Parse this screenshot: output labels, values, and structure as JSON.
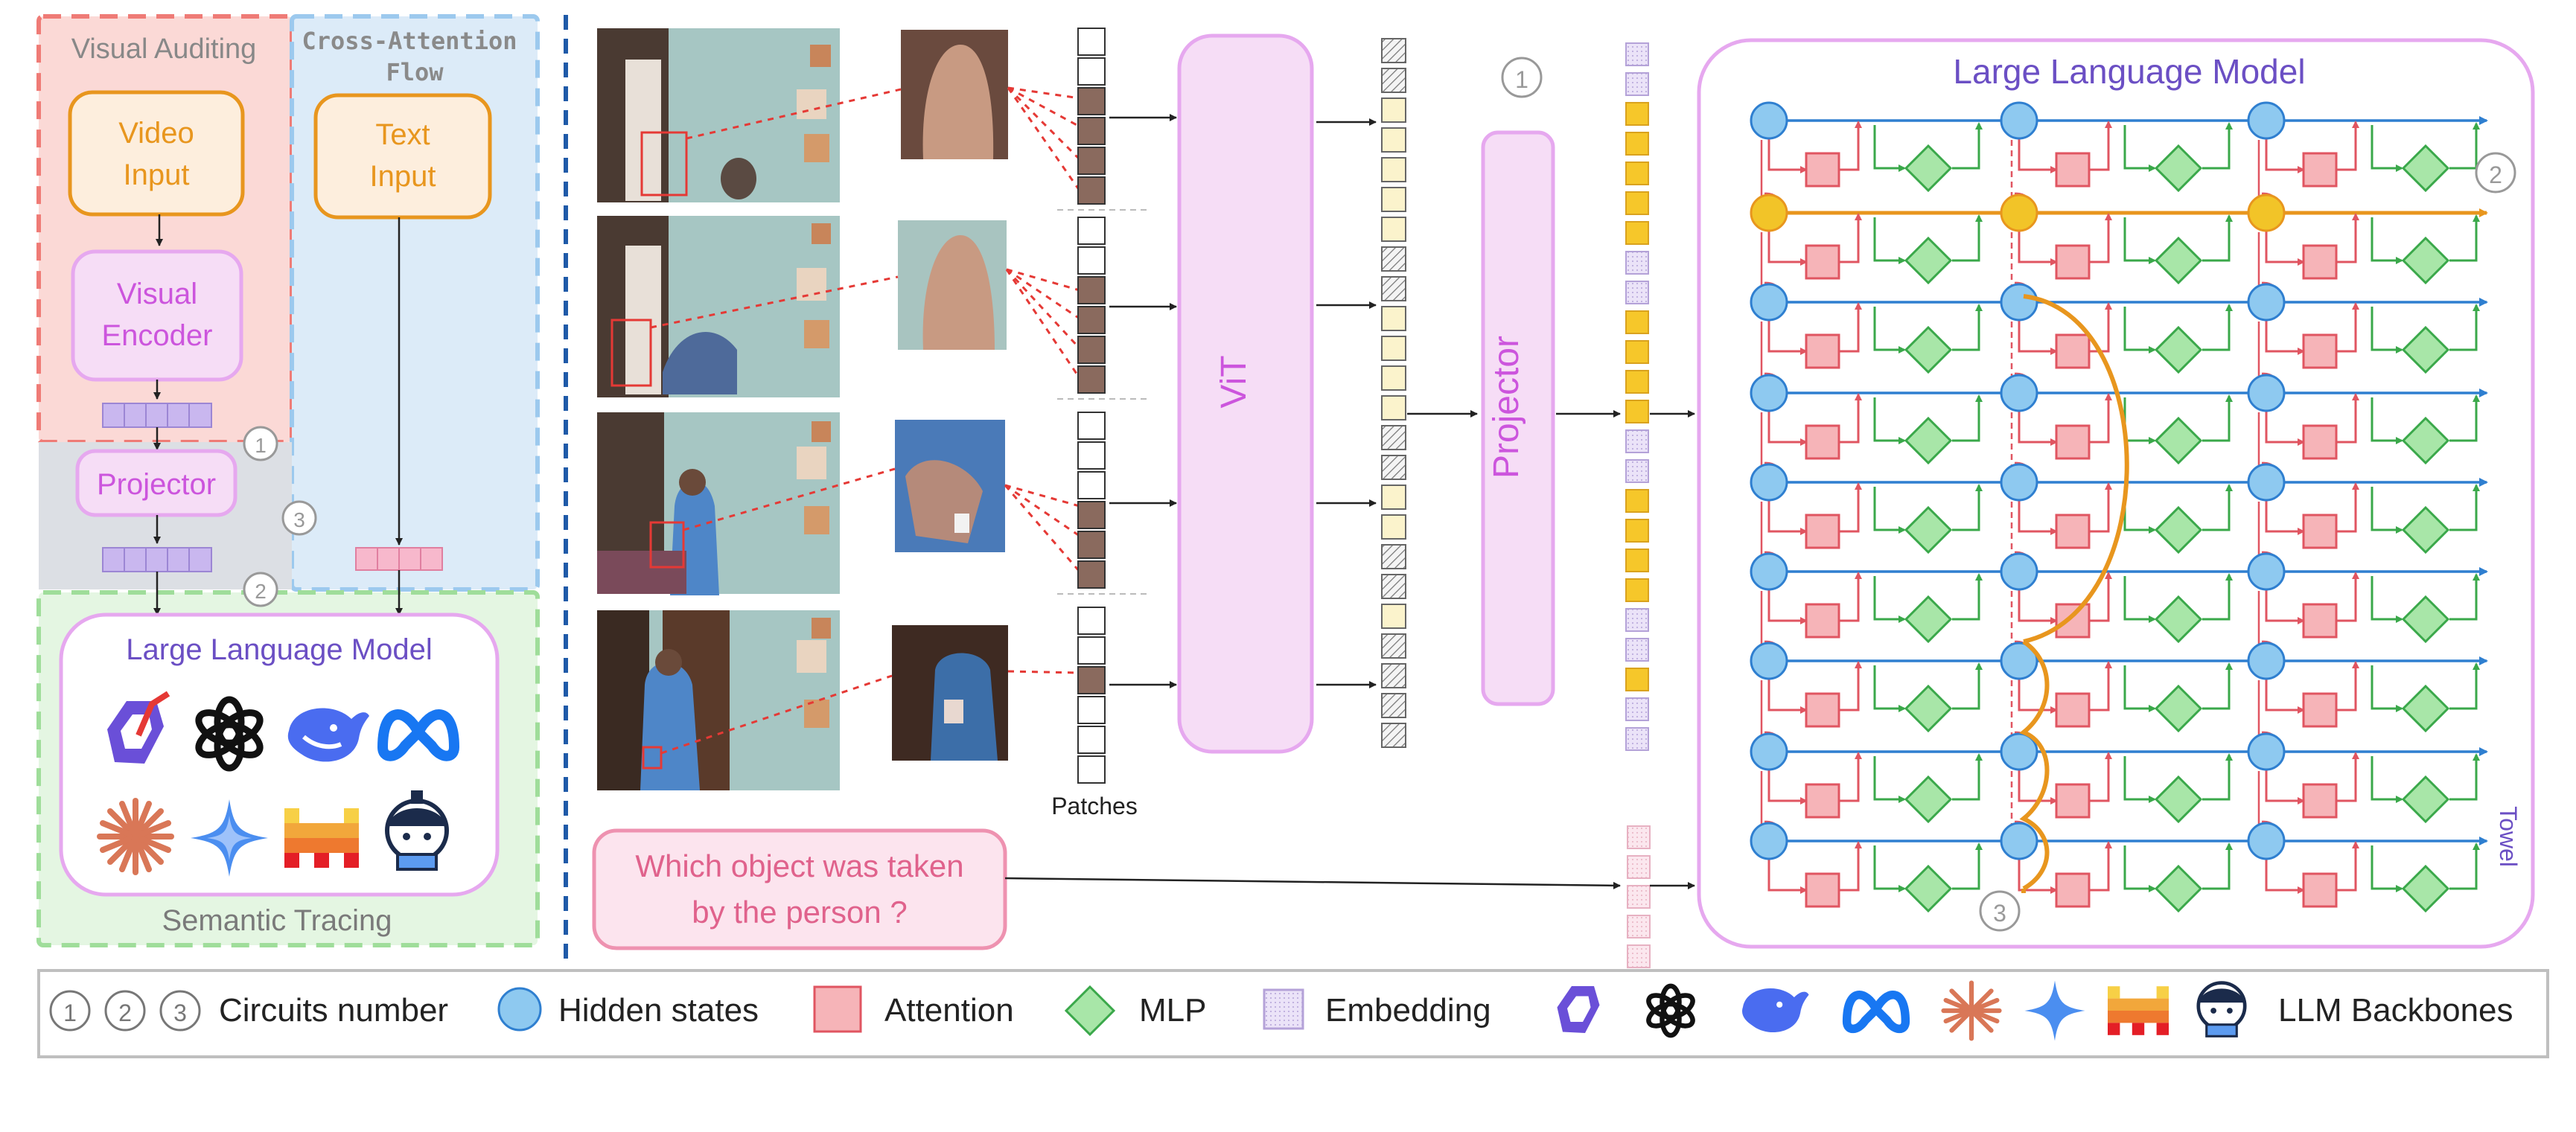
{
  "left_panel": {
    "visual_auditing": "Visual Auditing",
    "cross_attention_flow_line1": "Cross-Attention",
    "cross_attention_flow_line2": "Flow",
    "video_input_line1": "Video",
    "video_input_line2": "Input",
    "text_input_line1": "Text",
    "text_input_line2": "Input",
    "visual_encoder_line1": "Visual",
    "visual_encoder_line2": "Encoder",
    "projector": "Projector",
    "llm_title": "Large Language Model",
    "semantic_tracing": "Semantic Tracing",
    "circuit_1": "1",
    "circuit_2": "2",
    "circuit_3": "3"
  },
  "middle": {
    "patches_label": "Patches",
    "vit_label": "ViT",
    "projector_label": "Projector",
    "circuit_1": "1",
    "question_line1": "Which object was taken",
    "question_line2": "by the person ?"
  },
  "right": {
    "llm_title": "Large Language Model",
    "output_token": "Towel",
    "circuit_2": "2",
    "circuit_3": "3"
  },
  "legend": {
    "circuit_1": "1",
    "circuit_2": "2",
    "circuit_3": "3",
    "circuits_label": "Circuits number",
    "hidden_states_label": "Hidden states",
    "attention_label": "Attention",
    "mlp_label": "MLP",
    "embedding_label": "Embedding",
    "backbones_label": "LLM Backbones"
  },
  "colors": {
    "orange": "#e8961e",
    "purple": "#cc55dd",
    "blue_line": "#2f7fd0",
    "hidden_fill": "#8ec9f0",
    "attention_fill": "#f6b4b8",
    "attention_stroke": "#e05561",
    "mlp_fill": "#a8e6a8",
    "mlp_stroke": "#3aa84a",
    "highlight_gold": "#f2c428",
    "pink_text": "#e0628c"
  },
  "icons": [
    "qwen-icon",
    "openai-icon",
    "deepseek-icon",
    "meta-icon",
    "claude-icon",
    "gemini-icon",
    "mistral-icon",
    "interlm-icon"
  ]
}
